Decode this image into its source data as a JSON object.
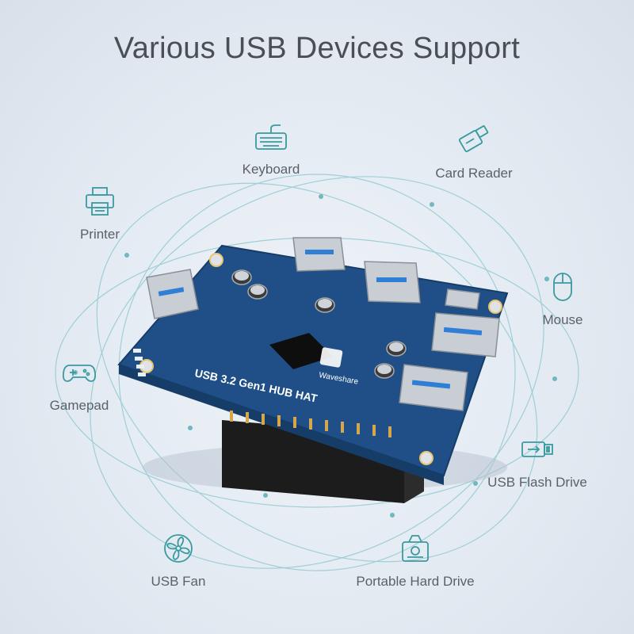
{
  "title": "Various USB Devices Support",
  "devices": [
    {
      "label": "Keyboard",
      "icon": "keyboard-icon"
    },
    {
      "label": "Card Reader",
      "icon": "card-reader-icon"
    },
    {
      "label": "Printer",
      "icon": "printer-icon"
    },
    {
      "label": "Mouse",
      "icon": "mouse-icon"
    },
    {
      "label": "Gamepad",
      "icon": "gamepad-icon"
    },
    {
      "label": "USB Flash Drive",
      "icon": "usb-flash-drive-icon"
    },
    {
      "label": "USB Fan",
      "icon": "usb-fan-icon"
    },
    {
      "label": "Portable Hard Drive",
      "icon": "portable-hard-drive-icon"
    }
  ],
  "board": {
    "brand": "Waveshare",
    "silkscreen": "USB 3.2 Gen1 HUB HAT"
  },
  "colors": {
    "accent": "#3a9aa0",
    "board": "#1f4f86",
    "text": "#5b6168"
  }
}
